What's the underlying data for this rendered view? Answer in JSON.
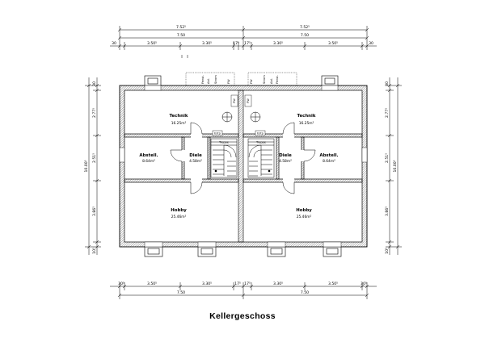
{
  "caption": "Kellergeschoss",
  "dimensions": {
    "top_overall": [
      "7.52⁵",
      "7.52⁵"
    ],
    "top_inner": [
      "7.50",
      "7.50"
    ],
    "top_parts_left": [
      "30",
      "3.50⁵",
      "3.30⁵",
      "17⁵"
    ],
    "top_parts_right": [
      "17⁵",
      "3.30⁵",
      "3.50⁵",
      "30"
    ],
    "bottom_parts_left": [
      "30⁵",
      "3.50⁵",
      "3.30⁵",
      "17⁵"
    ],
    "bottom_parts_right": [
      "17⁵",
      "3.30⁵",
      "3.50⁵",
      "30⁵"
    ],
    "bottom_inner": [
      "7.50",
      "7.50"
    ],
    "vertical_overall": [
      "10.00⁵",
      "10.00⁵"
    ],
    "vertical_parts": [
      "30",
      "2.77⁵",
      "2.51⁵",
      "3.86⁵",
      "10⁵"
    ]
  },
  "shafts": {
    "left": [
      "Fenst.",
      "Abl.",
      "Strom",
      "FW"
    ],
    "right": [
      "FW",
      "Strom",
      "Abl.",
      "Fenst."
    ],
    "hvac": "FW"
  },
  "units": [
    {
      "rooms": [
        {
          "name": "Technik",
          "area": "16.25m²"
        },
        {
          "name": "Abstell.",
          "area": "8.64m²"
        },
        {
          "name": "Diele",
          "area": "4.58m²"
        },
        {
          "name": "Hobby",
          "area": "25.46m²"
        }
      ],
      "stair_label": "Treppe"
    },
    {
      "rooms": [
        {
          "name": "Technik",
          "area": "16.25m²"
        },
        {
          "name": "Abstell.",
          "area": "8.64m²"
        },
        {
          "name": "Diele",
          "area": "4.58m²"
        },
        {
          "name": "Hobby",
          "area": "25.46m²"
        }
      ],
      "stair_label": "Treppe"
    }
  ],
  "stair_tag": "Estp"
}
